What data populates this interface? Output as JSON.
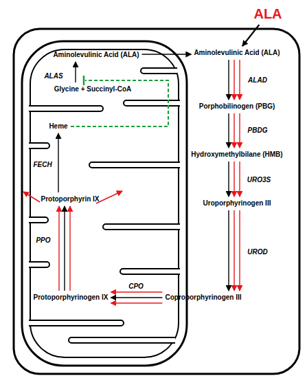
{
  "diagram": {
    "nodes": [
      {
        "text": [
          "ALA"
        ]
      },
      {
        "text": [
          "Aminolevulinic Acid (ALA)"
        ]
      },
      {
        "text": [
          "Glycine + Succinyl-CoA"
        ]
      },
      {
        "text": [
          "Heme"
        ]
      },
      {
        "text": [
          "Protoporphyrin IX"
        ]
      },
      {
        "text": [
          "Protoporphyrinogen IX"
        ]
      },
      {
        "text": [
          "Aminolevulinic Acid (ALA)"
        ]
      },
      {
        "text": [
          "Porphobilinogen (PBG)"
        ]
      },
      {
        "text": [
          "Hydroxymethylbilane (HMB)"
        ]
      },
      {
        "text": [
          "Uroporphyrinogen III"
        ]
      },
      {
        "text": [
          "Coproporphyrinogen III"
        ]
      }
    ],
    "edges": [
      {
        "from": 0,
        "to": 6,
        "arrow": "to"
      },
      {
        "from": 2,
        "to": 1,
        "arrow": "to",
        "label": "ALAS"
      },
      {
        "from": 1,
        "to": 6,
        "arrow": "to"
      },
      {
        "from": 6,
        "to": 7,
        "arrow": "to",
        "label": "ALAD"
      },
      {
        "from": 6,
        "to": 7,
        "arrow": "to"
      },
      {
        "from": 6,
        "to": 7,
        "arrow": "to"
      },
      {
        "from": 7,
        "to": 8,
        "arrow": "to",
        "label": "PBDG"
      },
      {
        "from": 7,
        "to": 8,
        "arrow": "to"
      },
      {
        "from": 7,
        "to": 8,
        "arrow": "to"
      },
      {
        "from": 8,
        "to": 9,
        "arrow": "to",
        "label": "URO3S"
      },
      {
        "from": 8,
        "to": 9,
        "arrow": "to"
      },
      {
        "from": 8,
        "to": 9,
        "arrow": "to"
      },
      {
        "from": 9,
        "to": 10,
        "arrow": "to",
        "label": "UROD"
      },
      {
        "from": 9,
        "to": 10,
        "arrow": "to"
      },
      {
        "from": 9,
        "to": 10,
        "arrow": "to"
      },
      {
        "from": 10,
        "to": 5,
        "arrow": "to"
      },
      {
        "from": 10,
        "to": 5,
        "arrow": "to",
        "label": "CPO"
      },
      {
        "from": 10,
        "to": 5,
        "arrow": "to"
      },
      {
        "from": 5,
        "to": 4,
        "arrow": "to"
      },
      {
        "from": 5,
        "to": 4,
        "arrow": "to",
        "label": "PPO"
      },
      {
        "from": 5,
        "to": 4,
        "arrow": "to"
      },
      {
        "from": 4,
        "to": 3,
        "arrow": "to",
        "label": "FECH"
      }
    ]
  }
}
